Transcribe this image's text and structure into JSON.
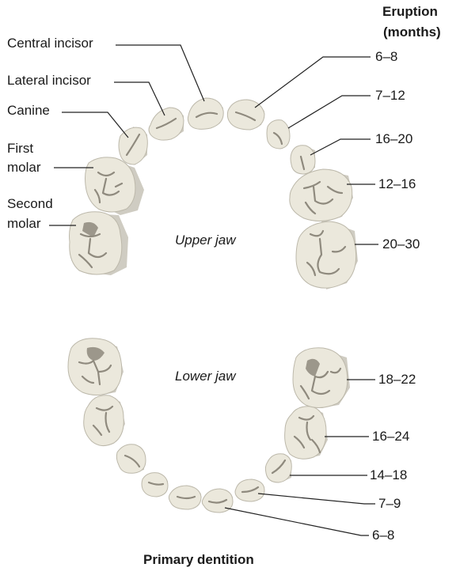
{
  "header": {
    "line1": "Eruption",
    "line2": "(months)"
  },
  "left_labels": {
    "central_incisor": "Central incisor",
    "lateral_incisor": "Lateral incisor",
    "canine": "Canine",
    "first_molar_line1": "First",
    "first_molar_line2": "molar",
    "second_molar_line1": "Second",
    "second_molar_line2": "molar"
  },
  "jaw_labels": {
    "upper": "Upper jaw",
    "lower": "Lower jaw"
  },
  "upper_eruption": [
    "6–8",
    "7–12",
    "16–20",
    "12–16",
    "20–30"
  ],
  "lower_eruption": [
    "18–22",
    "16–24",
    "14–18",
    "7–9",
    "6–8"
  ],
  "caption": "Primary dentition"
}
